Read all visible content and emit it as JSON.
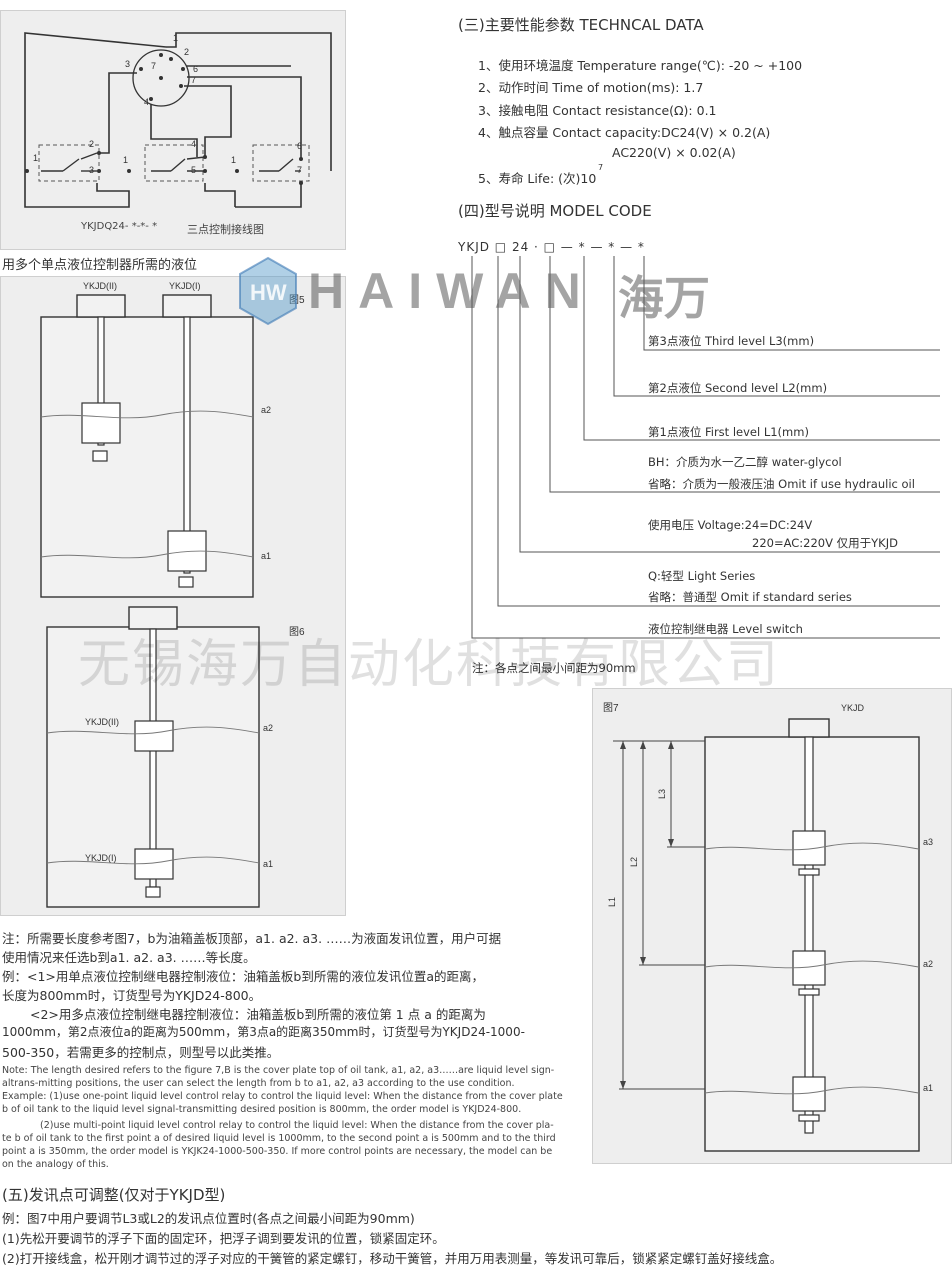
{
  "wiring": {
    "caption": "YKJDQ24- *-*- *",
    "caption_cn": "三点控制接线图",
    "connector_pins": [
      "1",
      "2",
      "3",
      "4",
      "5",
      "6",
      "7"
    ],
    "switch_pins": [
      "1",
      "2",
      "3",
      "4",
      "5",
      "6",
      "7"
    ]
  },
  "cut_caption": "用多个单点液位控制器所需的液位",
  "fig5": {
    "label": "图5",
    "float_left": "YKJD(II)",
    "float_right": "YKJD(I)",
    "a2": "a2",
    "a1": "a1"
  },
  "fig6": {
    "label": "图6",
    "upper": "YKJD(II)",
    "lower": "YKJD(I)",
    "a2": "a2",
    "a1": "a1"
  },
  "tech": {
    "heading": "(三)主要性能参数  TECHNCAL DATA",
    "items": [
      "1、使用环境温度 Temperature range(℃): -20 ~ +100",
      "2、动作时间 Time of motion(ms): 1.7",
      "3、接触电阻 Contact resistance(Ω): 0.1",
      "4、触点容量 Contact capacity:DC24(V) × 0.2(A)",
      "AC220(V) × 0.02(A)",
      "5、寿命 Life: (次)10",
      "7"
    ]
  },
  "model": {
    "heading": "(四)型号说明  MODEL CODE",
    "code": "YKJD □ 24 · □ — * — * — *",
    "items": [
      "第3点液位 Third level L3(mm)",
      "第2点液位 Second level L2(mm)",
      "第1点液位 First level L1(mm)",
      "BH：介质为水一乙二醇 water-glycol",
      "省略：介质为一般液压油 Omit if use hydraulic oil",
      "使用电压 Voltage:24=DC:24V",
      "220=AC:220V 仅用于YKJD",
      "Q:轻型 Light Series",
      "省略：普通型 Omit if standard series",
      "液位控制继电器  Level switch"
    ],
    "note": "注：各点之间最小间距为90mm"
  },
  "fig7": {
    "label": "图7",
    "top": "YKJD",
    "a3": "a3",
    "a2": "a2",
    "a1": "a1",
    "l1": "L1",
    "l2": "L2",
    "l3": "L3"
  },
  "notes_cn": [
    "注：所需要长度参考图7，b为油箱盖板顶部，a1. a2. a3. ……为液面发讯位置，用户可据",
    "使用情况来任选b到a1. a2. a3. ……等长度。",
    "例：<1>用单点液位控制继电器控制液位：油箱盖板b到所需的液位发讯位置a的距离，",
    "长度为800mm时，订货型号为YKJD24-800。",
    "<2>用多点液位控制继电器控制液位：油箱盖板b到所需的液位第 1 点 a 的距离为",
    "1000mm，第2点液位a的距离为500mm，第3点a的距离350mm时，订货型号为YKJD24-1000-",
    "500-350，若需更多的控制点，则型号以此类推。"
  ],
  "notes_en": [
    "Note: The length desired refers to the figure 7,B is the cover plate top of oil tank, a1, a2, a3……are liquid level sign-",
    "altrans-mitting positions, the user can select the length from b to a1, a2, a3 according to the use condition.",
    "Example: (1)use one-point liquid level control relay to control the liquid level: When the distance from the cover plate",
    "b of oil tank to the liquid level signal-transmitting desired position is 800mm, the order model is YKJD24-800.",
    "(2)use multi-point liquid level control relay to control the liquid level: When the distance from the cover pla-",
    "te b of oil tank to the first point a of desired liquid level is 1000mm, to the second point a is 500mm and to the third",
    "point a is 350mm, the order model is YKJK24-1000-500-350. If more control points are necessary, the model can be",
    "on the analogy of this."
  ],
  "section5": {
    "heading": "(五)发讯点可调整(仅对于YKJD型)",
    "lines": [
      "例：图7中用户要调节L3或L2的发讯点位置时(各点之间最小间距为90mm)",
      "(1)先松开要调节的浮子下面的固定环，把浮子调到要发讯的位置，锁紧固定环。",
      "(2)打开接线盒，松开刚才调节过的浮子对应的干簧管的紧定螺钉，移动干簧管，并用万用表测量，等发讯可靠后，锁紧紧定螺钉盖好接线盒。"
    ]
  },
  "watermark": {
    "brand": "HAIWAN",
    "brand_cn": "海万",
    "company": "无锡海万自动化科技有限公司"
  }
}
